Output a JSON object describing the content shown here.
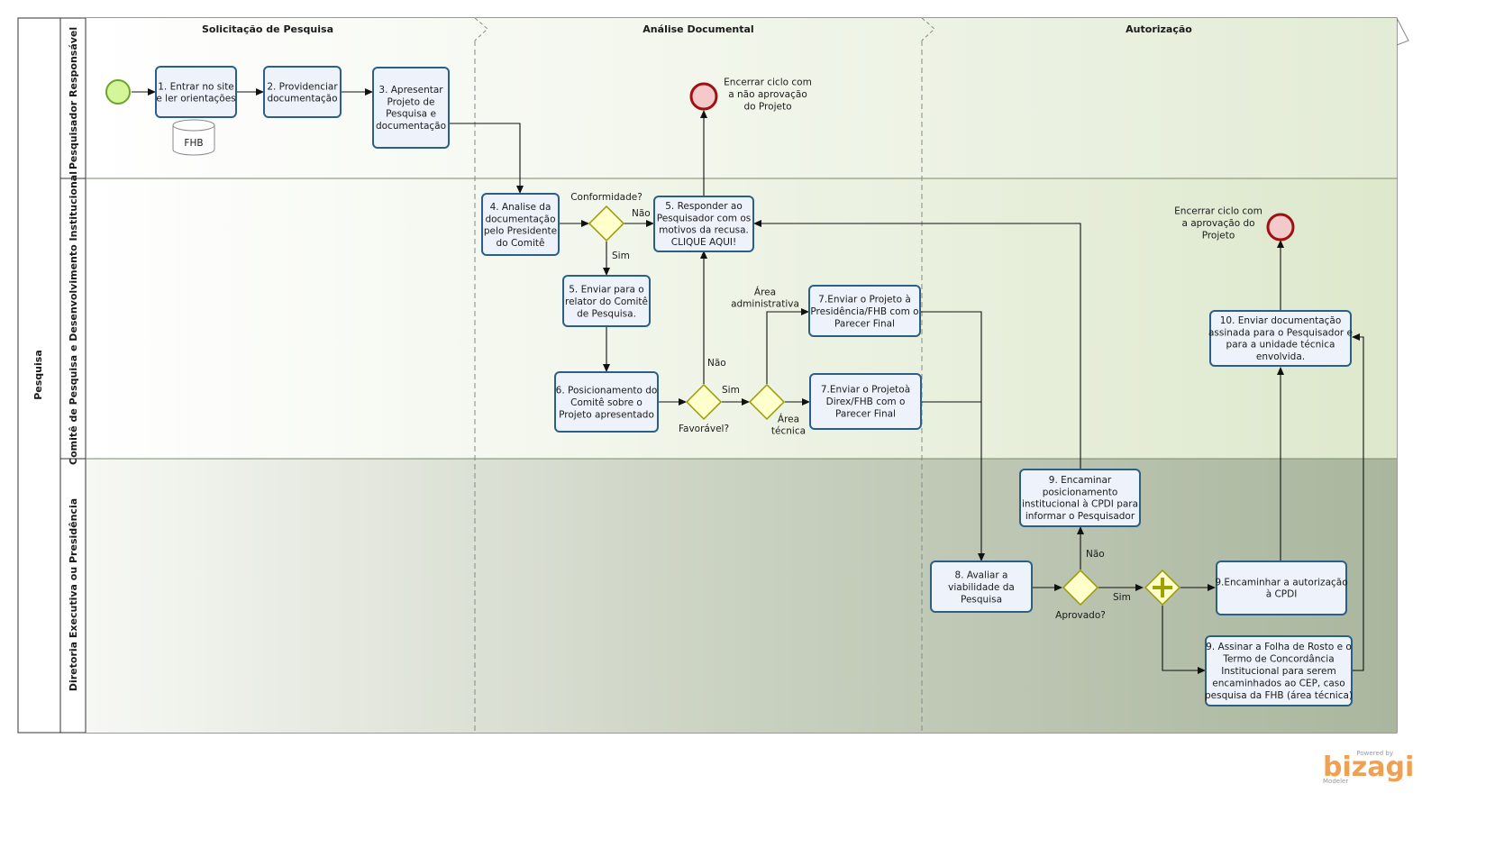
{
  "pool": {
    "title": "Pesquisa"
  },
  "lanes": [
    {
      "id": "lane1",
      "title": "Pesquisador Responsável"
    },
    {
      "id": "lane2",
      "title": "Comitê de Pesquisa e Desenvolvimento Institucional"
    },
    {
      "id": "lane3",
      "title": "Diretoria Executiva ou Presidência"
    }
  ],
  "phases": [
    {
      "title": "Solicitação de Pesquisa"
    },
    {
      "title": "Análise Documental"
    },
    {
      "title": "Autorização"
    }
  ],
  "tasks": {
    "t1": [
      "1. Entrar no site",
      "e ler orientações"
    ],
    "t2": [
      "2. Providenciar",
      "documentação"
    ],
    "t3": [
      "3. Apresentar",
      "Projeto de",
      "Pesquisa e",
      "documentação"
    ],
    "t4": [
      "4. Analise da",
      "documentação",
      "pelo Presidente",
      "do Comitê"
    ],
    "t5r": [
      "5. Responder ao",
      "Pesquisador com os",
      "motivos da recusa.",
      "CLIQUE AQUI!"
    ],
    "t5e": [
      "5. Enviar para o",
      "relator do Comitê",
      "de Pesquisa."
    ],
    "t6": [
      "6. Posicionamento do",
      "Comitê sobre o",
      "Projeto apresentado"
    ],
    "t7a": [
      "7.Enviar o Projeto à",
      "Presidência/FHB com o",
      "Parecer Final"
    ],
    "t7b": [
      "7.Enviar o Projetoà",
      "Direx/FHB com o",
      "Parecer Final"
    ],
    "t8": [
      "8. Avaliar a",
      "viabilidade da",
      "Pesquisa"
    ],
    "t9a": [
      "9. Encaminar",
      "posicionamento",
      "institucional à CPDI para",
      "informar o Pesquisador"
    ],
    "t9b": [
      "9.Encaminhar a autorização",
      "à CPDI"
    ],
    "t9c": [
      "9. Assinar a Folha de Rosto e o",
      "Termo de Concordância",
      "Institucional para serem",
      "encaminhados ao CEP, caso",
      "pesquisa da FHB (área técnica)"
    ],
    "t10": [
      "10. Enviar documentação",
      "assinada para o Pesquisador e",
      "para a unidade técnica",
      "envolvida."
    ]
  },
  "data_store": "FHB",
  "end_events": {
    "e1": [
      "Encerrar ciclo com",
      "a não aprovação",
      "do Projeto"
    ],
    "e2": [
      "Encerrar ciclo com",
      "a aprovação do",
      "Projeto"
    ]
  },
  "gateways": {
    "g1": "Conformidade?",
    "g2": "Favorável?",
    "g4": "Aprovado?"
  },
  "flow_labels": {
    "nao1": "Não",
    "sim1": "Sim",
    "nao2": "Não",
    "sim2": "Sim",
    "area_adm": [
      "Área",
      "administrativa"
    ],
    "area_tec": [
      "Área",
      "técnica"
    ],
    "nao3": "Não",
    "sim3": "Sim"
  },
  "brand": {
    "powered": "Powered by",
    "name": "bizagi",
    "product": "Modeler"
  },
  "colors": {
    "task_fill": "#eef3fb",
    "task_stroke": "#2c5f86",
    "gateway_fill": "#ffffcc",
    "gateway_stroke": "#9a9a00",
    "start_fill": "#d4f59a",
    "start_stroke": "#6aa52a",
    "end_fill": "#f3c9c9",
    "end_stroke": "#a01010"
  }
}
